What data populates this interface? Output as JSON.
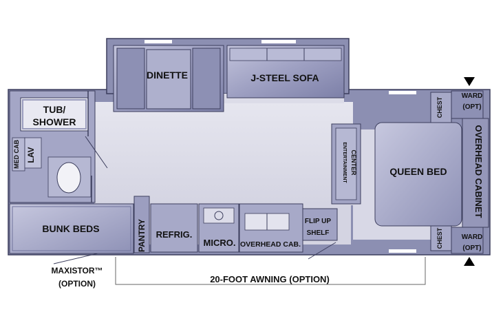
{
  "labels": {
    "dinette": "DINETTE",
    "sofa": "J-STEEL SOFA",
    "tub_line1": "TUB/",
    "tub_line2": "SHOWER",
    "med_cab": "MED CAB",
    "lav": "LAV",
    "entertainment_line1": "ENTERTAINMENT",
    "entertainment_line2": "CENTER",
    "queen_bed": "QUEEN BED",
    "overhead_cabinet": "OVERHEAD CABINET",
    "ward_top_line1": "WARD",
    "ward_top_line2": "(OPT)",
    "ward_bottom_line1": "WARD",
    "ward_bottom_line2": "(OPT)",
    "chest_top": "CHEST",
    "chest_bottom": "CHEST",
    "bunk_beds": "BUNK BEDS",
    "pantry": "PANTRY",
    "refrig": "REFRIG.",
    "micro": "MICRO.",
    "overhead_cab": "OVERHEAD CAB.",
    "flip_line1": "FLIP UP",
    "flip_line2": "SHELF",
    "maxistor_line1": "MAXISTOR™",
    "maxistor_line2": "(OPTION)",
    "awning": "20-FOOT AWNING (OPTION)"
  },
  "colors": {
    "wall": "#8c8fb2",
    "wall_dark": "#5d6088",
    "floor": "#dcdce8",
    "furniture": "#a9abc9",
    "furniture_dark": "#7b7ea6",
    "outline": "#3b3d5c",
    "text": "#111111"
  }
}
